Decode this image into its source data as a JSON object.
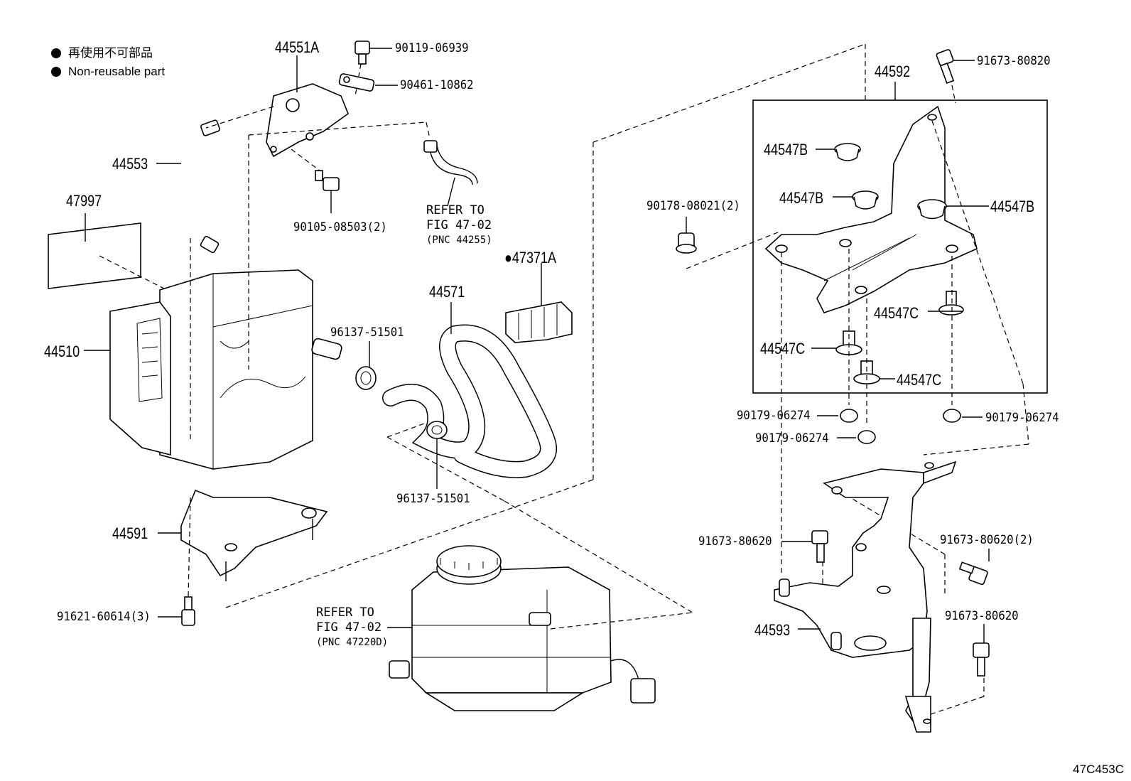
{
  "legend": {
    "jp": "再使用不可部品",
    "en": "Non-reusable part"
  },
  "figure_code": "47C453C",
  "labels": {
    "p44551A": "44551A",
    "p90119": "90119-06939",
    "p90461": "90461-10862",
    "p44553": "44553",
    "p90105": "90105-08503(2)",
    "p47997": "47997",
    "p44510": "44510",
    "p96137a": "96137-51501",
    "p44571": "44571",
    "p47371A": "●47371A",
    "p96137b": "96137-51501",
    "p44591": "44591",
    "p91621": "91621-60614(3)",
    "p44592": "44592",
    "p91673a": "91673-80820",
    "p44547B1": "44547B",
    "p44547B2": "44547B",
    "p44547B3": "44547B",
    "p90178": "90178-08021(2)",
    "p44547C1": "44547C",
    "p44547C2": "44547C",
    "p44547C3": "44547C",
    "p90179a": "90179-06274",
    "p90179b": "90179-06274",
    "p90179c": "90179-06274",
    "p91673b": "91673-80620",
    "p91673c": "91673-80620(2)",
    "p91673d": "91673-80620",
    "p44593": "44593"
  },
  "refs": {
    "ref1": {
      "line1": "REFER TO",
      "line2": "FIG 47-02",
      "line3": "(PNC 44255)"
    },
    "ref2": {
      "line1": "REFER TO",
      "line2": "FIG 47-02",
      "line3": "(PNC 47220D)"
    }
  }
}
